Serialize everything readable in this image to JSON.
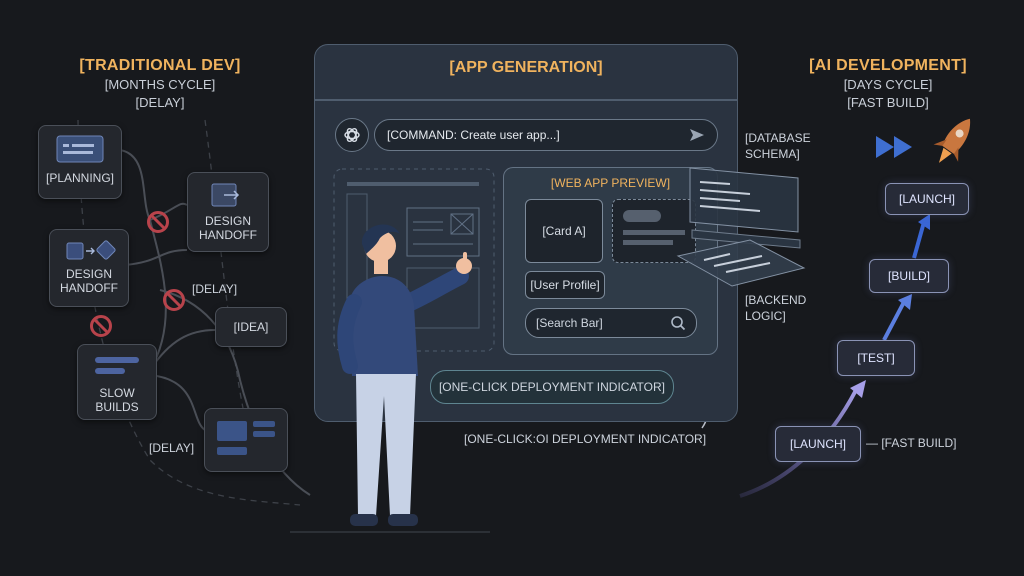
{
  "traditional": {
    "title": "[TRADITIONAL DEV]",
    "sub1": "[MONTHS CYCLE]",
    "sub2": "[DELAY]",
    "cards": {
      "planning": "[PLANNING]",
      "design_handoff_right": "DESIGN HANDOFF",
      "design_handoff_left": "DESIGN HANDOFF",
      "idea": "[IDEA]",
      "slow_builds": "SLOW BUILDS"
    },
    "delay_mid": "[DELAY]",
    "delay_bottom": "[DELAY]"
  },
  "app_generation": {
    "title": "[APP GENERATION]",
    "command_placeholder": "[COMMAND: Create user app...]",
    "preview": {
      "title": "[WEB APP PREVIEW]",
      "card_a": "[Card A]",
      "user_profile": "[User Profile]",
      "search_bar": "[Search Bar]"
    },
    "deploy_button": "[ONE-CLICK DEPLOYMENT INDICATOR]",
    "deploy_caption": "[ONE-CLICK:OI DEPLOYMENT INDICATOR]",
    "database_schema_1": "[DATABASE",
    "database_schema_2": "SCHEMA]",
    "backend_logic_1": "[BACKEND",
    "backend_logic_2": "LOGIC]"
  },
  "ai_dev": {
    "title": "[AI DEVELOPMENT]",
    "sub1": "[DAYS CYCLE]",
    "sub2": "[FAST BUILD]",
    "nodes": {
      "launch_top": "[LAUNCH]",
      "build": "[BUILD]",
      "test": "[TEST]",
      "launch_bottom": "[LAUNCH]"
    },
    "fast_build_label": "— [FAST BUILD]"
  },
  "colors": {
    "background": "#17191d",
    "accent_orange": "#f0b35e",
    "stop_red": "#b8434b",
    "ai_purple": "#8a93b5",
    "fast_forward_blue": "#3f6fd1"
  },
  "icons": [
    "openai-logo-icon",
    "send-icon",
    "search-icon",
    "no-entry-icon",
    "rocket-icon",
    "fast-forward-icon"
  ]
}
